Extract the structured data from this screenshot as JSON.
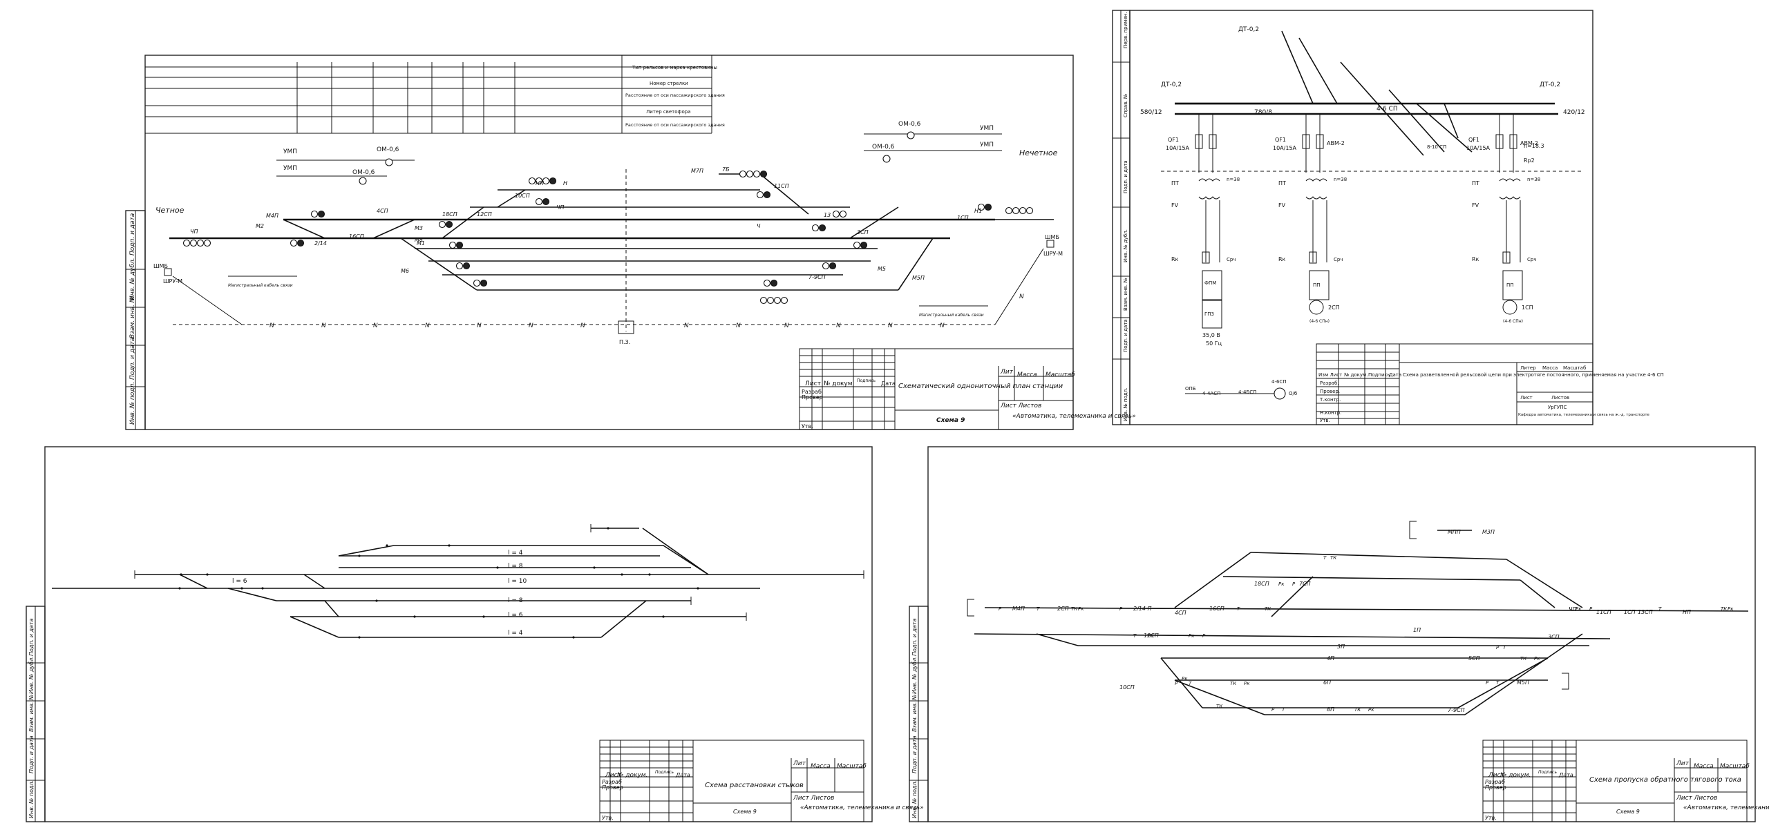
{
  "sheet1": {
    "header_rows": [
      "Тип рельсов и марка крестовины",
      "Номер стрелки",
      "Расстояние от оси пассажирского здания",
      "Литер светофора",
      "Расстояние от оси пассажирского здания"
    ],
    "direction_even": "Четное",
    "direction_odd": "Нечетное",
    "signals": [
      "ЧП",
      "М4П",
      "М2",
      "2/14",
      "4СП",
      "16СП",
      "18СП",
      "12СП",
      "10СП",
      "М8",
      "М6",
      "М3",
      "М1",
      "НП",
      "Н",
      "ЧП",
      "М7П",
      "7Б",
      "11СП",
      "13",
      "Ч",
      "М5",
      "М5П",
      "7-9СП",
      "3СП",
      "1СП",
      "Н1"
    ],
    "ump": "УМП",
    "om": "ОМ-0,6",
    "cable_label": "Магистральный кабель связи",
    "shrum": "ШРУ-М",
    "shmb": "ШМБ",
    "n_label": "N",
    "pass_bld": "П.З.",
    "stamp": {
      "title": "Схематический однониточный план станции",
      "list": "Лист",
      "doc": "№ докум.",
      "sign": "Подпись",
      "date": "Дата",
      "razrab": "Разраб",
      "prover": "Провер",
      "utv": "Утв.",
      "lit": "Лит",
      "massa": "Масса",
      "masshtab": "Масштаб",
      "scheme": "Схема 9",
      "org": "«Автоматика, телемеханика и связь»",
      "listov": "Лист Листов"
    }
  },
  "sheet2": {
    "labels": {
      "dt1": "ДТ-0,2",
      "dt2": "ДТ-0,2",
      "dt3": "ДТ-0,2",
      "dt4": "ДТ-0,2",
      "l1": "580/12",
      "l2": "780/8",
      "l3": "4-6 СП",
      "l4": "420/12",
      "l5": "8-10 СП",
      "qf": "QF1",
      "qf_r": "10А/15А",
      "avm": "АВМ-2",
      "rp": "Rр2",
      "n": "n=18.3",
      "n2": "n=38",
      "pt": "ПТ",
      "fv": "FV",
      "rk": "Rк",
      "srch": "Срч",
      "fpm": "ФПМ",
      "pp": "ПП",
      "v35": "35,0 В",
      "hz": "50 Гц",
      "ch_gp": "ГП3",
      "rcs1": "2СП",
      "rcs2": "1СП",
      "c46": "(4-6 СПн)"
    },
    "stamp": {
      "title": "Схема разветвленной рельсовой цепи при электротяге постоянного, применяемая на участке 4-6 СП",
      "izm": "Изм Лист",
      "doc": "№ докум.",
      "sign": "Подпись",
      "date": "Дата",
      "razrab": "Разраб.",
      "prover": "Провер.",
      "tkontr": "Т.контр.",
      "nkontr": "Н.контр.",
      "utv": "Утв.",
      "lit": "Литер",
      "massa": "Масса",
      "masshtab": "Масштаб",
      "list": "Лист",
      "listov": "Листов",
      "org": "УрГУПС",
      "dept": "Кафедра автоматика, телемеханика и связь на ж.-д. транспорте"
    },
    "side_labels": [
      "Перв. примен.",
      "Справ. №",
      "Подп. и дата",
      "Инв. № дубл.",
      "Взам. инв. №",
      "Подп. и дата",
      "Инв. № подл."
    ],
    "cable_labels": [
      "ОПБ",
      "4-4АСП",
      "4-4БСП",
      "4-6СП",
      "О/б"
    ]
  },
  "sheet3": {
    "title": "Схема расстановки стыков",
    "l_labels": [
      "l = 4",
      "l = 8",
      "l = 6",
      "l = 10",
      "l = 8",
      "l = 6",
      "l = 4"
    ],
    "stamp": {
      "list": "Лист",
      "doc": "№ докум.",
      "sign": "Подпись",
      "date": "Дата",
      "razrab": "Разраб",
      "prover": "Провер",
      "utv": "Утв.",
      "lit": "Лит",
      "massa": "Масса",
      "masshtab": "Масштаб",
      "scheme": "Схема 9",
      "org": "«Автоматика, телемеханика и связь»",
      "listov": "Лист Листов"
    }
  },
  "sheet4": {
    "title": "Схема пропуска обратного тягового тока",
    "track_labels": [
      "М4П",
      "2СП",
      "2/14 П",
      "4СП",
      "16СП",
      "18СП",
      "12СП",
      "10СП",
      "8П",
      "6П",
      "4П",
      "3П",
      "1П",
      "ЧП",
      "НП",
      "М3П",
      "М5П",
      "7-9СП",
      "3СП",
      "5СП",
      "1СП",
      "МПП",
      "11СП",
      "13СП",
      "7СП"
    ],
    "rt": [
      "Р",
      "Т",
      "ТК",
      "Рк"
    ],
    "stamp": {
      "list": "Лист",
      "doc": "№ докум.",
      "sign": "Подпись",
      "date": "Дата",
      "razrab": "Разраб",
      "prover": "Провер",
      "utv": "Утв.",
      "lit": "Лит",
      "massa": "Масса",
      "masshtab": "Масштаб",
      "scheme": "Схема 9",
      "org": "«Автоматика, телемеханика и связь»",
      "listov": "Лист Листов"
    }
  },
  "side_frame_labels": [
    "Подп. и дата",
    "Инв. № дубл.",
    "Взам. инв. №",
    "Подп. и дата",
    "Инв. № подл."
  ]
}
